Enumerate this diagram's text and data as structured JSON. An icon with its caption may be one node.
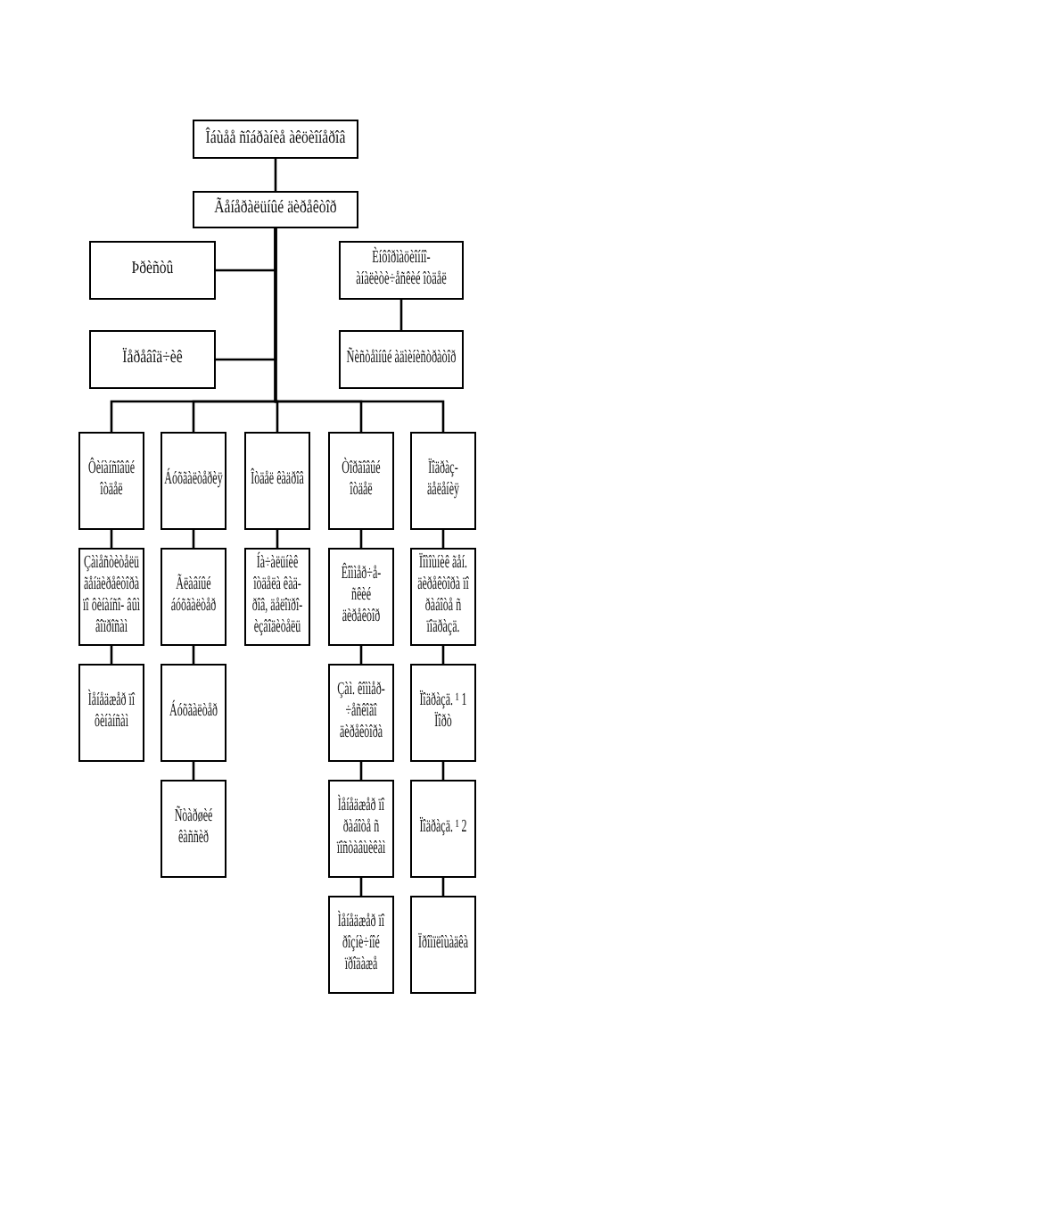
{
  "diagram": {
    "nodes": [
      {
        "text": [
          "Îáùåå ñîáðàíèå àêöèîíåðîâ"
        ]
      },
      {
        "text": [
          "Ãåíåðàëüíûé äèðåêòîð"
        ]
      },
      {
        "text": [
          "Þðèñòû"
        ]
      },
      {
        "text": [
          "Èíôîðìàöèîííî- àíàëèòè÷åñêèé îòäåë"
        ]
      },
      {
        "text": [
          "Ïåðåâîä÷èê"
        ]
      },
      {
        "text": [
          "Ñèñòåìíûé àäìèíèñòðàòîð"
        ]
      },
      {
        "text": [
          "Ôèíàíñîâûé îòäåë"
        ]
      },
      {
        "text": [
          "Çàìåñòèòåëü ãåíäèðåêòîðà ïî ôèíàíñî- âûì âîïðîñàì"
        ]
      },
      {
        "text": [
          "Ìåíåäæåð ïî ôèíàíñàì"
        ]
      },
      {
        "text": [
          "Áóõãàëòåðèÿ"
        ]
      },
      {
        "text": [
          "Ãëàâíûé áóõãàëòåð"
        ]
      },
      {
        "text": [
          "Áóõãàëòåð"
        ]
      },
      {
        "text": [
          "Ñòàðøèé êàññèð"
        ]
      },
      {
        "text": [
          "Îòäåë êàäðîâ"
        ]
      },
      {
        "text": [
          "Íà÷àëüíèê îòäåëà êàä- ðîâ, äåëîïðî- èçâîäèòåëü"
        ]
      },
      {
        "text": [
          "Òîðãîâûé îòäåë"
        ]
      },
      {
        "text": [
          "Êîììåð÷å- ñêèé äèðåêòîð"
        ]
      },
      {
        "text": [
          "Çàì. êîììåð- ÷åñêîãî äèðåêòîðà"
        ]
      },
      {
        "text": [
          "Ìåíåäæåð ïî ðàáîòå ñ ïîñòàâùèêàì"
        ]
      },
      {
        "text": [
          "Ìåíåäæåð ïî ðîçíè÷íîé ïðîäàæå"
        ]
      },
      {
        "text": [
          "Ïîäðàç- äåëåíèÿ"
        ]
      },
      {
        "text": [
          "Ïîìîùíèê ãåí. äèðåêòîðà ïî ðàáîòå ñ ïîäðàçä."
        ]
      },
      {
        "text": [
          "Ïîäðàçä. ¹ 1 Ïîðò"
        ]
      },
      {
        "text": [
          "Ïîäðàçä. ¹ 2"
        ]
      },
      {
        "text": [
          "Ïðîìïëîùàäêà"
        ]
      }
    ],
    "edges": [
      {
        "from": 0,
        "to": 1,
        "arrow": "none"
      },
      {
        "from": 1,
        "to": 2,
        "arrow": "none"
      },
      {
        "from": 1,
        "to": 4,
        "arrow": "none"
      },
      {
        "from": 3,
        "to": 5,
        "arrow": "none"
      },
      {
        "from": 1,
        "to": 6,
        "arrow": "none"
      },
      {
        "from": 1,
        "to": 9,
        "arrow": "none"
      },
      {
        "from": 1,
        "to": 13,
        "arrow": "none"
      },
      {
        "from": 1,
        "to": 15,
        "arrow": "none"
      },
      {
        "from": 1,
        "to": 20,
        "arrow": "none"
      },
      {
        "from": 6,
        "to": 7,
        "arrow": "none"
      },
      {
        "from": 7,
        "to": 8,
        "arrow": "none"
      },
      {
        "from": 9,
        "to": 10,
        "arrow": "none"
      },
      {
        "from": 10,
        "to": 11,
        "arrow": "none"
      },
      {
        "from": 11,
        "to": 12,
        "arrow": "none"
      },
      {
        "from": 13,
        "to": 14,
        "arrow": "none"
      },
      {
        "from": 15,
        "to": 16,
        "arrow": "none"
      },
      {
        "from": 16,
        "to": 17,
        "arrow": "none"
      },
      {
        "from": 17,
        "to": 18,
        "arrow": "none"
      },
      {
        "from": 18,
        "to": 19,
        "arrow": "none"
      },
      {
        "from": 20,
        "to": 21,
        "arrow": "none"
      },
      {
        "from": 21,
        "to": 22,
        "arrow": "none"
      },
      {
        "from": 22,
        "to": 23,
        "arrow": "none"
      },
      {
        "from": 23,
        "to": 24,
        "arrow": "none"
      }
    ]
  }
}
